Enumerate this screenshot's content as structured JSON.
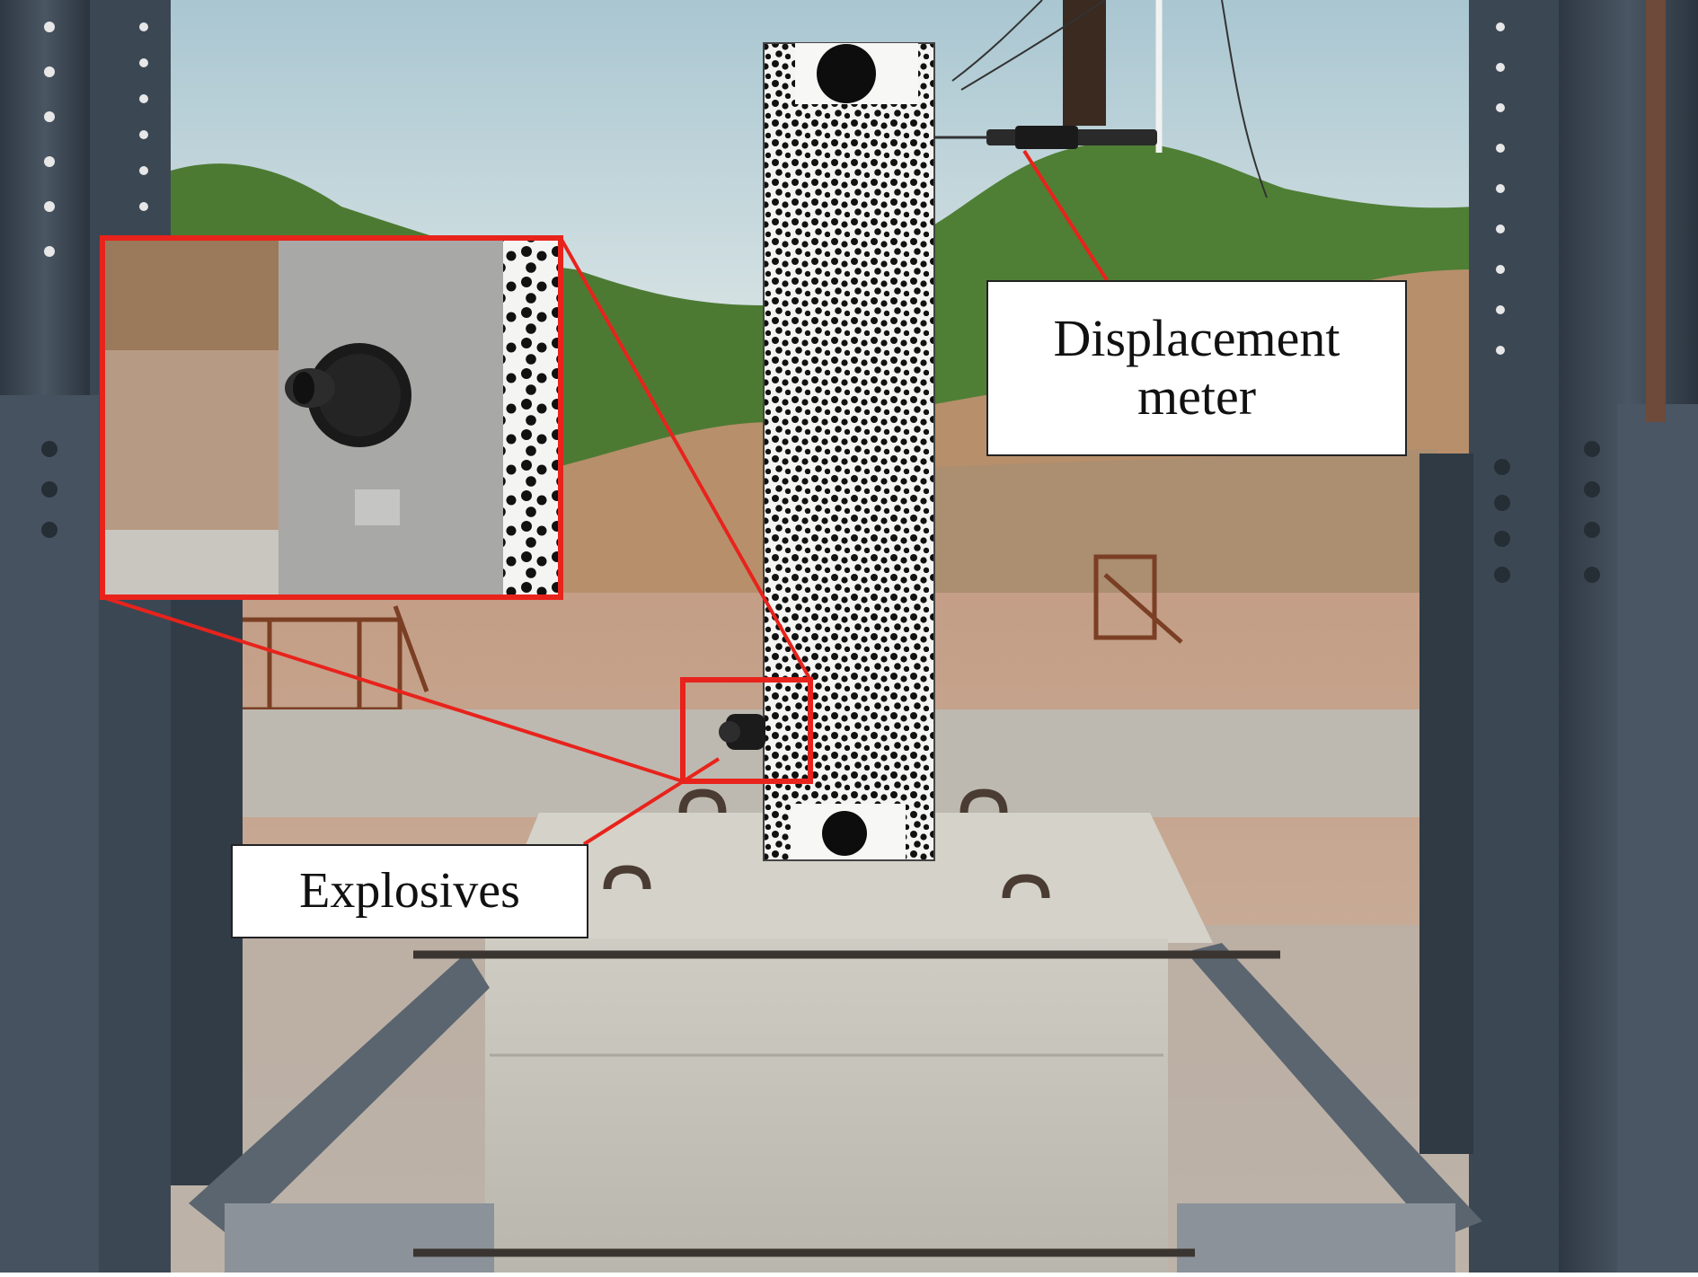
{
  "labels": {
    "displacement_line1": "Displacement",
    "displacement_line2": "meter",
    "explosives": "Explosives"
  },
  "colors": {
    "sky": "#b9d3dc",
    "hills": "#4f7d35",
    "ground": "#c7a890",
    "steel": "#3b4653",
    "concrete": "#c9c7bd",
    "callout": "#e8231c",
    "speckle": "#111111"
  }
}
